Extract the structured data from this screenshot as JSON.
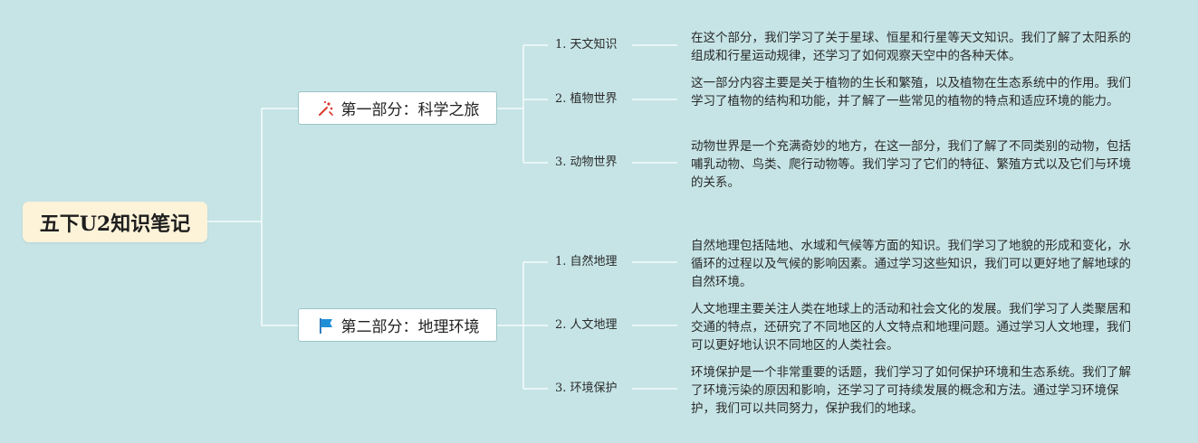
{
  "root": {
    "title": "五下U2知识笔记"
  },
  "branches": [
    {
      "label": "第一部分：科学之旅",
      "icon": "sparkle-icon",
      "children": [
        {
          "label": "1. 天文知识",
          "desc": "在这个部分，我们学习了关于星球、恒星和行星等天文知识。我们了解了太阳系的组成和行星运动规律，还学习了如何观察天空中的各种天体。"
        },
        {
          "label": "2. 植物世界",
          "desc": "这一部分内容主要是关于植物的生长和繁殖，以及植物在生态系统中的作用。我们学习了植物的结构和功能，并了解了一些常见的植物的特点和适应环境的能力。"
        },
        {
          "label": "3. 动物世界",
          "desc": "动物世界是一个充满奇妙的地方，在这一部分，我们了解了不同类别的动物，包括哺乳动物、鸟类、爬行动物等。我们学习了它们的特征、繁殖方式以及它们与环境的关系。"
        }
      ]
    },
    {
      "label": "第二部分：地理环境",
      "icon": "flag-icon",
      "children": [
        {
          "label": "1. 自然地理",
          "desc": "自然地理包括陆地、水域和气候等方面的知识。我们学习了地貌的形成和变化，水循环的过程以及气候的影响因素。通过学习这些知识，我们可以更好地了解地球的自然环境。"
        },
        {
          "label": "2. 人文地理",
          "desc": "人文地理主要关注人类在地球上的活动和社会文化的发展。我们学习了人类聚居和交通的特点，还研究了不同地区的人文特点和地理问题。通过学习人文地理，我们可以更好地认识不同地区的人类社会。"
        },
        {
          "label": "3. 环境保护",
          "desc": "环境保护是一个非常重要的话题，我们学习了如何保护环境和生态系统。我们了解了环境污染的原因和影响，还学习了可持续发展的概念和方法。通过学习环境保护，我们可以共同努力，保护我们的地球。"
        }
      ]
    }
  ],
  "colors": {
    "background": "#c6e4e6",
    "root_fill": "#fdf3d9",
    "connector": "#f4fbfb",
    "branch_border": "#9cc5c8"
  }
}
